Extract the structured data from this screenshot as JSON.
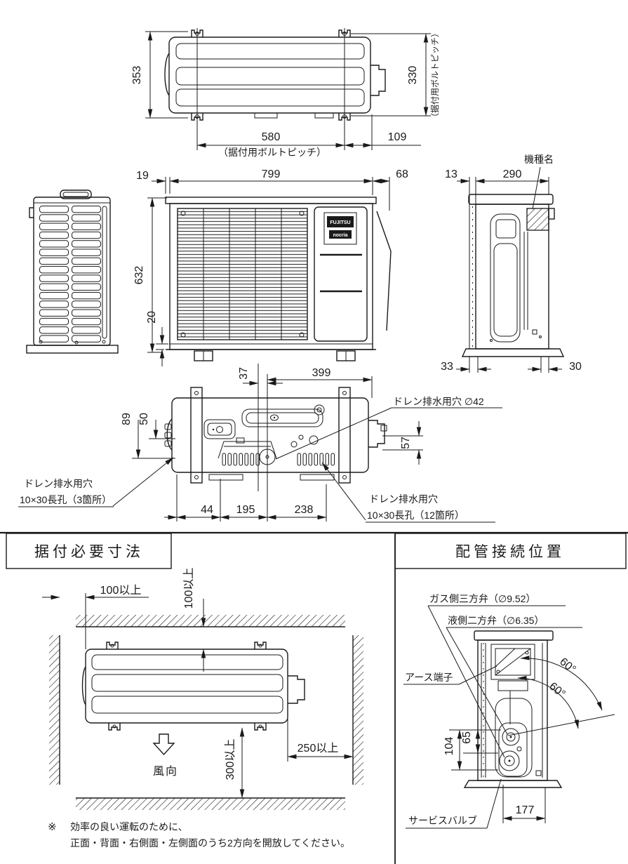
{
  "top_view": {
    "dim_height": "353",
    "dim_bolt_v": "330",
    "bolt_note_v": "（据付用ボルトピッチ）",
    "dim_bolt_h": "580",
    "bolt_note_h": "（据付用ボルトピッチ）",
    "dim_offset": "109"
  },
  "front_view": {
    "dim_19": "19",
    "dim_width": "799",
    "dim_68": "68",
    "dim_height": "632",
    "dim_20": "20",
    "logo_top": "FUJITSU",
    "logo_bottom": "nocria"
  },
  "right_view": {
    "dim_13": "13",
    "dim_depth": "290",
    "model_label": "機種名",
    "dim_33": "33",
    "dim_30": "30"
  },
  "bottom_view": {
    "dim_37": "37",
    "dim_399": "399",
    "dim_89": "89",
    "dim_50": "50",
    "dim_57": "57",
    "dim_44": "44",
    "dim_195": "195",
    "dim_238": "238",
    "drain_round": "ドレン排水用穴 ∅42",
    "drain_left_1": "ドレン排水用穴",
    "drain_left_2": "10×30長孔（3箇所）",
    "drain_right_1": "ドレン排水用穴",
    "drain_right_2": "10×30長孔（12箇所）"
  },
  "installation": {
    "title": "据付必要寸法",
    "clearance_left": "100以上",
    "clearance_top": "100以上",
    "clearance_bottom": "300以上",
    "clearance_right": "250以上",
    "wind_direction": "風向",
    "note_mark": "※",
    "note_line1": "効率の良い運転のために、",
    "note_line2": "正面・背面・右側面・左側面のうち2方向を開放してください。"
  },
  "piping": {
    "title": "配管接続位置",
    "gas_valve": "ガス側三方弁（∅9.52）",
    "liquid_valve": "液側二方弁（∅6.35）",
    "earth_terminal": "アース端子",
    "service_valve": "サービスバルブ",
    "angle_back": "60°",
    "angle_down": "60°",
    "dim_104": "104",
    "dim_65": "65",
    "dim_177": "177"
  }
}
